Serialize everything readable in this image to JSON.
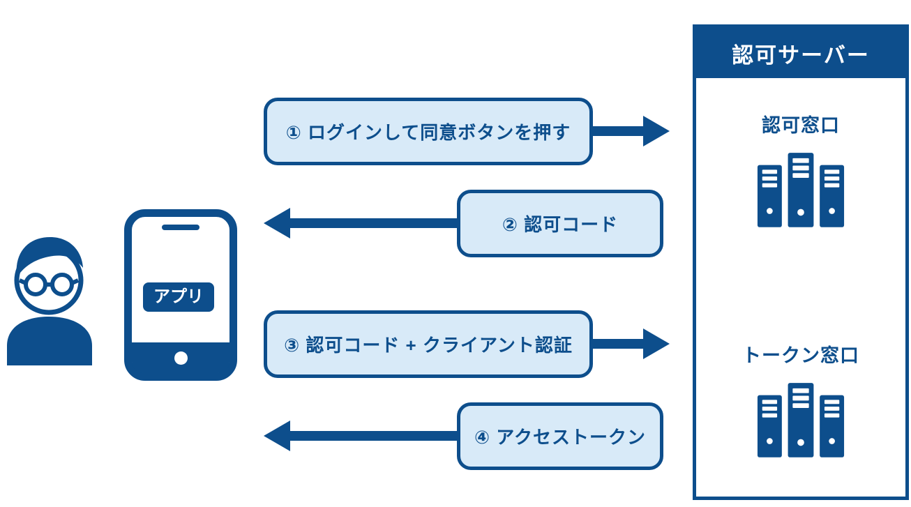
{
  "colors": {
    "primary": "#0d4e8c",
    "box_fill": "#d8eaf8",
    "text_on_primary": "#ffffff"
  },
  "icons": {
    "user": "person-with-glasses-icon",
    "device": "smartphone-icon",
    "endpoint": "server-rack-icon"
  },
  "phone": {
    "app_label": "アプリ"
  },
  "server": {
    "title": "認可サーバー",
    "endpoints": [
      {
        "label": "認可窓口"
      },
      {
        "label": "トークン窓口"
      }
    ]
  },
  "steps": [
    {
      "label": "① ログインして同意ボタンを押す",
      "direction": "right"
    },
    {
      "label": "② 認可コード",
      "direction": "left"
    },
    {
      "label": "③ 認可コード + クライアント認証",
      "direction": "right"
    },
    {
      "label": "④ アクセストークン",
      "direction": "left"
    }
  ]
}
